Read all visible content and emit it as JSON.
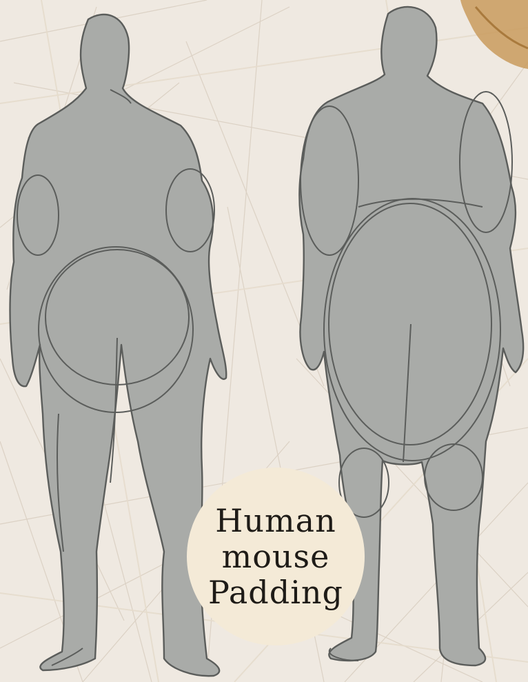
{
  "label": {
    "lines": [
      "Human",
      "mouse",
      "Padding"
    ]
  },
  "colors": {
    "paper": "#efe9e1",
    "fiber": "#d8cdbf",
    "figure_fill": "#a9aba8",
    "pencil": "#5b5d5b",
    "label_circle": "#f4ead7",
    "label_text": "#1e1b17",
    "accent_corner": "#c99b5d"
  },
  "figures": [
    {
      "name": "front-view-figure"
    },
    {
      "name": "back-view-figure"
    }
  ]
}
